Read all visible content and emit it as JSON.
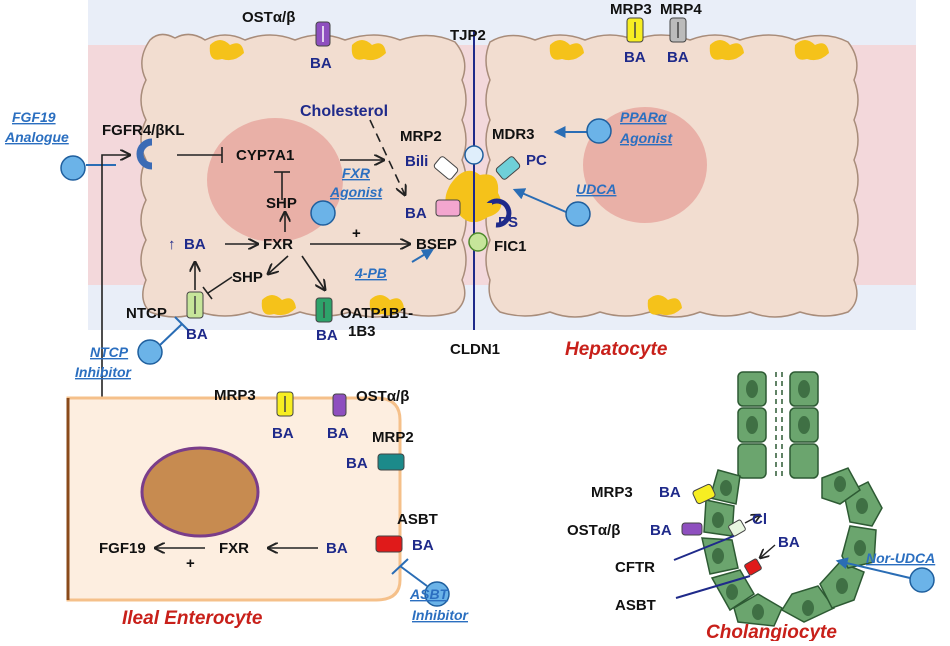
{
  "labels": {
    "ost_top": "OSTα/β",
    "ba_ost_top": "BA",
    "tjp2": "TJP2",
    "mrp3_top": "MRP3",
    "mrp4_top": "MRP4",
    "ba_mrp3_top": "BA",
    "ba_mrp4_top": "BA",
    "cholesterol": "Cholesterol",
    "fgfr4": "FGFR4/βKL",
    "cyp7a1": "CYP7A1",
    "shp_upper": "SHP",
    "fxr_hep": "FXR",
    "up_arrow": "↑",
    "ba_hep": "BA",
    "shp_lower": "SHP",
    "bsep": "BSEP",
    "plus_hep": "+",
    "mrp2_hep": "MRP2",
    "bili": "Bili",
    "ba_bsep": "BA",
    "mdr3": "MDR3",
    "pc": "PC",
    "ps": "PS",
    "fic1": "FIC1",
    "ntcp": "NTCP",
    "ba_ntcp": "BA",
    "oatp": "OATP1B1-",
    "oatp2": "1B3",
    "ba_oatp": "BA",
    "cldn1": "CLDN1",
    "mrp3_ent": "MRP3",
    "ba_mrp3_ent": "BA",
    "ost_ent": "OSTα/β",
    "ba_ost_ent": "BA",
    "mrp2_ent": "MRP2",
    "ba_mrp2_ent": "BA",
    "asbt_ent": "ASBT",
    "ba_asbt_ent": "BA",
    "ba_lumen_ent": "BA",
    "fxr_ent": "FXR",
    "fgf19": "FGF19",
    "plus_ent": "+",
    "mrp3_chol": "MRP3",
    "ba_mrp3_chol": "BA",
    "ost_chol": "OSTα/β",
    "ba_ost_chol": "BA",
    "cl": "Cl",
    "ba_chol": "BA",
    "cftr": "CFTR",
    "asbt_chol": "ASBT"
  },
  "drugs": {
    "fgf19_1": "FGF19",
    "fgf19_2": "Analogue",
    "fxr_1": "FXR",
    "fxr_2": "Agonist",
    "ppar_1": "PPARα",
    "ppar_2": "Agonist",
    "udca": "UDCA",
    "pb4": "4-PB",
    "ntcp_1": "NTCP",
    "ntcp_2": "Inhibitor",
    "asbt_1": "ASBT",
    "asbt_2": "Inhibitor",
    "nor_udca": "Nor-UDCA"
  },
  "cell_titles": {
    "hepatocyte": "Hepatocyte",
    "enterocyte": "Ileal Enterocyte",
    "cholangiocyte": "Cholangiocyte"
  },
  "colors": {
    "cell_fill": "#f2ddd0",
    "cell_edge": "#a88c7a",
    "bg_blue": "#e9eef8",
    "bg_pink": "#f6cfcf",
    "nucleus_hep": "#e8a8a0",
    "ent_fill": "#fdeee0",
    "ent_edge": "#f5c08a",
    "ent_nucleus": "#c78b50",
    "ent_nucleus_edge": "#7a3d8a",
    "chol_fill": "#6ba56e",
    "chol_dark": "#2d5a33",
    "drug_blue": "#6bb3e8",
    "drug_edge": "#1f5f9e",
    "bile_yellow": "#f5c21a",
    "title_red": "#c8201a",
    "ba_navy": "#1f2a8a"
  }
}
